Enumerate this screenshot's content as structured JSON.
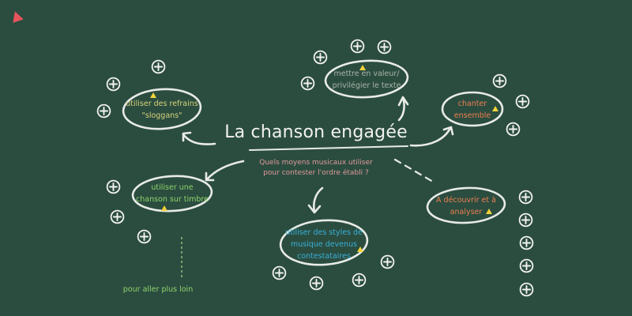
{
  "title": "La chanson engagée",
  "subtitle": "Quels moyens musicaux utiliser\npour contester l'ordre établi ?",
  "footer_link": "pour aller plus loin",
  "colors": {
    "background": "#2b4d40",
    "chalk": "#f2f2ee",
    "yellow_text": "#d8d27a",
    "green_text": "#8fd36b",
    "blue_text": "#39b0d8",
    "orange_text": "#ee7e4f",
    "pink_text": "#e19a9a",
    "grey_text": "#aab4a8",
    "marker": "#f0d23a",
    "corner_accent": "#e8545c"
  },
  "nodes": [
    {
      "id": "refrains",
      "label": "utiliser des refrains\n\"sloggans\"",
      "color": "yellow_text"
    },
    {
      "id": "valeur",
      "label": "mettre en valeur/\nprivilégier le texte",
      "color": "grey_text"
    },
    {
      "id": "chanter",
      "label": "chanter\nensemble",
      "color": "orange_text"
    },
    {
      "id": "timbre",
      "label": "utiliser une\nchanson sur  timbre",
      "color": "green_text"
    },
    {
      "id": "styles",
      "label": "utiliser des styles de\nmusique devenus\ncontestataires",
      "color": "blue_text"
    },
    {
      "id": "decouvrir",
      "label": "A découvrir et à\nanalyser",
      "color": "orange_text"
    }
  ],
  "icons": [
    "plus-circle-icon",
    "yellow-triangle-marker-icon",
    "corner-triangle-icon"
  ]
}
